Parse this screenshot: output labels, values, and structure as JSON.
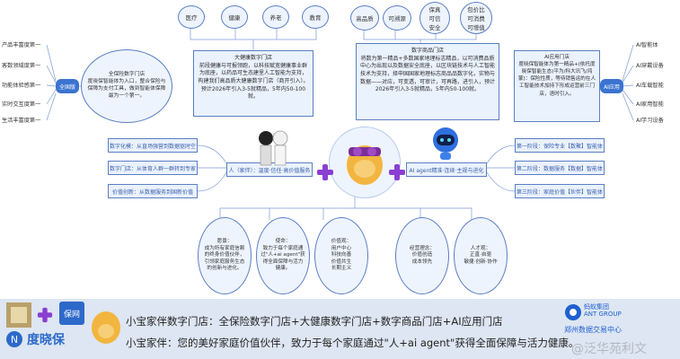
{
  "top_left_pills": [
    "医疗",
    "健康",
    "养老",
    "教育"
  ],
  "top_right_pills": [
    "高品质",
    "可溯源",
    "保真\n可信\n安全",
    "包价比\n可消费\n可增值"
  ],
  "left_panel": {
    "items": [
      "产品丰富度第一",
      "客数领域度第一",
      "功能体验感第一",
      "实时交互度第一",
      "生活丰富度第一"
    ],
    "badge": "全国版",
    "text": "全保险数字门店\n度晓保智能体为入口，整合保险与保障为支付工具，做到智能体保障最为一个第一。"
  },
  "right_panel": {
    "items": [
      "AI智能体",
      "AI穿戴设备",
      "AI车载智能",
      "AI家用智能",
      "AI学习设备"
    ],
    "badge": "AI应用",
    "text": "AI应用门店\n度晓保智能体为第一精品+(依托度晓保智能生态)平为/科大讯飞/鸿蒙)：保险性质，等待销售运的在人工智能技术加持下形成运营前三门店，语时引入。"
  },
  "center_left_box": "大健康数字门店\n前段健康与可报领跑，以科技赋宽健康事业群为底座，以药品可生态建里人工智能为支持，构建我们高品质大健康数字门店（商开引入）。预计2026年引入3-5就精品，5年内50-100就。",
  "center_right_box": "数字商品门店\n将数为第一精品+多数国家地理标志精品，以可消费品质中心为出现以及数据安全底座，以区块链技术与人工智能技术为支持，择申国国家地理标志商品品数字化，实物与数据——对应，可变透，可审计，可再路，进引入，预计2026年引入3-5就精品，5年内50-100就。",
  "left_rows": [
    "数字化模：从直场强营到数据驱时空",
    "数字门店：从体育人群一群转到专家",
    "价值创新：从数据服务到国新价值"
  ],
  "right_rows": [
    "第一阶段：保险专业【数聚】智能体",
    "第二阶段：数据服务【数据】智能体",
    "第三阶段：家庭价值【伙伴】智能体"
  ],
  "mid_left": "人（家伴）：温度·信任·高价值服务",
  "mid_right": "AI agent精准·连续·主规与进化",
  "bottom_circles": [
    "愿景：\n成为所有家庭信赖的终身价值伙伴，引领家庭服务生态的创新与进化。",
    "使命：\n致力于每个家庭通过\"人+ai agent\"获得全面保障与活力健康。",
    "价值观：\n用户中心\n科技向善\n价值共生\n长期主义",
    "经营理念：\n价值创造\n成本领先",
    "人才观：\n正直·自驱\n敏捷·创新·协作"
  ],
  "footer": {
    "line1": "小宝家伴数字门店：全保险数字门店+大健康数字门店+数字商品门店+AI应用门店",
    "line2": "小宝家伴：您的美好家庭价值伙伴，致力于每个家庭通过\"人+ai agent\"获得全面保障与活力健康。",
    "brand": "度晓保",
    "ant_group": "蚂蚁集团\nANT GROUP",
    "exchange": "郑州数据交易中心",
    "watermark": "@泛华苑利文"
  },
  "colors": {
    "accent": "#3b73d0",
    "plus": "#8a3fd1",
    "box_fill": "#eaf2fd",
    "border": "#5a7fc4"
  }
}
